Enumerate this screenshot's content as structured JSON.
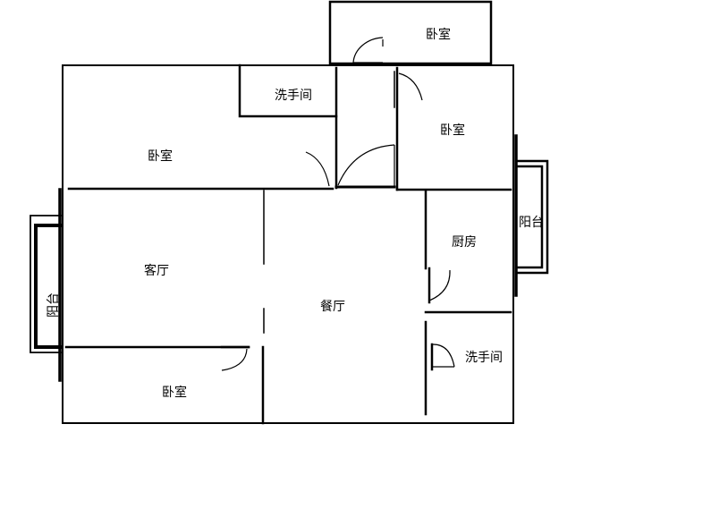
{
  "rooms": {
    "bedroom_top": "卧室",
    "bathroom_top": "洗手间",
    "bedroom_right": "卧室",
    "bedroom_left": "卧室",
    "balcony_right": "阳台",
    "kitchen": "厨房",
    "living_room": "客厅",
    "dining_room": "餐厅",
    "balcony_left": "阳台",
    "bathroom_right": "洗手间",
    "bedroom_bottom": "卧室"
  },
  "colors": {
    "wall": "#000000",
    "background": "#ffffff"
  }
}
